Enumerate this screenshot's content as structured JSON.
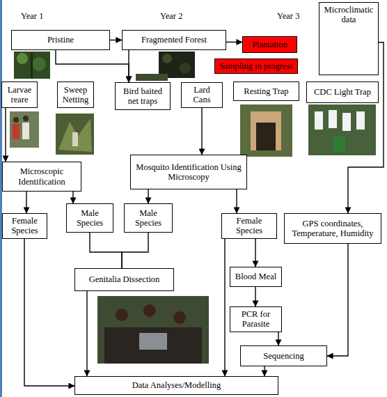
{
  "diagram": {
    "nodes": [
      {
        "text": [
          "Pristine"
        ]
      },
      {
        "text": [
          "Fragmented Forest"
        ]
      },
      {
        "text": [
          "Plantation"
        ]
      },
      {
        "text": [
          "Sampling in progress"
        ]
      },
      {
        "text": [
          "Microclimatic data"
        ]
      },
      {
        "text": [
          "Larvae reare"
        ]
      },
      {
        "text": [
          "Sweep Netting"
        ]
      },
      {
        "text": [
          "Bird baited net traps"
        ]
      },
      {
        "text": [
          "Lard Cans"
        ]
      },
      {
        "text": [
          "Resting Trap"
        ]
      },
      {
        "text": [
          "CDC Light Trap"
        ]
      },
      {
        "text": [
          "Microscopic Identification"
        ]
      },
      {
        "text": [
          "Mosquito Identification Using Microscopy"
        ]
      },
      {
        "text": [
          "Female Species"
        ]
      },
      {
        "text": [
          "Male Species"
        ]
      },
      {
        "text": [
          "Male Species"
        ]
      },
      {
        "text": [
          "Female Species"
        ]
      },
      {
        "text": [
          "GPS coordinates, Temperature, Humidity"
        ]
      },
      {
        "text": [
          "Genitalia Dissection"
        ]
      },
      {
        "text": [
          "Blood Meal"
        ]
      },
      {
        "text": [
          "PCR for Parasite"
        ]
      },
      {
        "text": [
          "Sequencing"
        ]
      },
      {
        "text": [
          "Data Analyses/Modelling"
        ]
      }
    ],
    "edges": [
      {
        "from": 0,
        "to": 1,
        "arrow": "to"
      },
      {
        "from": 1,
        "to": 2,
        "arrow": "to"
      },
      {
        "from": 0,
        "to": 7,
        "arrow": "to"
      },
      {
        "from": 1,
        "to": 7,
        "arrow": "to"
      },
      {
        "from": 5,
        "to": 11,
        "arrow": "to"
      },
      {
        "from": 11,
        "to": 13,
        "arrow": "to"
      },
      {
        "from": 11,
        "to": 14,
        "arrow": "to"
      },
      {
        "from": 8,
        "to": 12,
        "arrow": "to"
      },
      {
        "from": 12,
        "to": 15,
        "arrow": "to"
      },
      {
        "from": 12,
        "to": 16,
        "arrow": "to"
      },
      {
        "from": 14,
        "to": 18,
        "arrow": "none"
      },
      {
        "from": 15,
        "to": 18,
        "arrow": "none"
      },
      {
        "from": 4,
        "to": 17,
        "arrow": "to"
      },
      {
        "from": 17,
        "to": 21,
        "arrow": "to"
      },
      {
        "from": 16,
        "to": 19,
        "arrow": "to"
      },
      {
        "from": 19,
        "to": 20,
        "arrow": "to"
      },
      {
        "from": 20,
        "to": 21,
        "arrow": "to"
      },
      {
        "from": 21,
        "to": 22,
        "arrow": "to"
      },
      {
        "from": 16,
        "to": 22,
        "arrow": "to"
      },
      {
        "from": 13,
        "to": 22,
        "arrow": "to"
      },
      {
        "from": 18,
        "to": 22,
        "arrow": "to"
      }
    ],
    "labels": [
      "Year 1",
      "Year 2",
      "Year 3"
    ]
  }
}
